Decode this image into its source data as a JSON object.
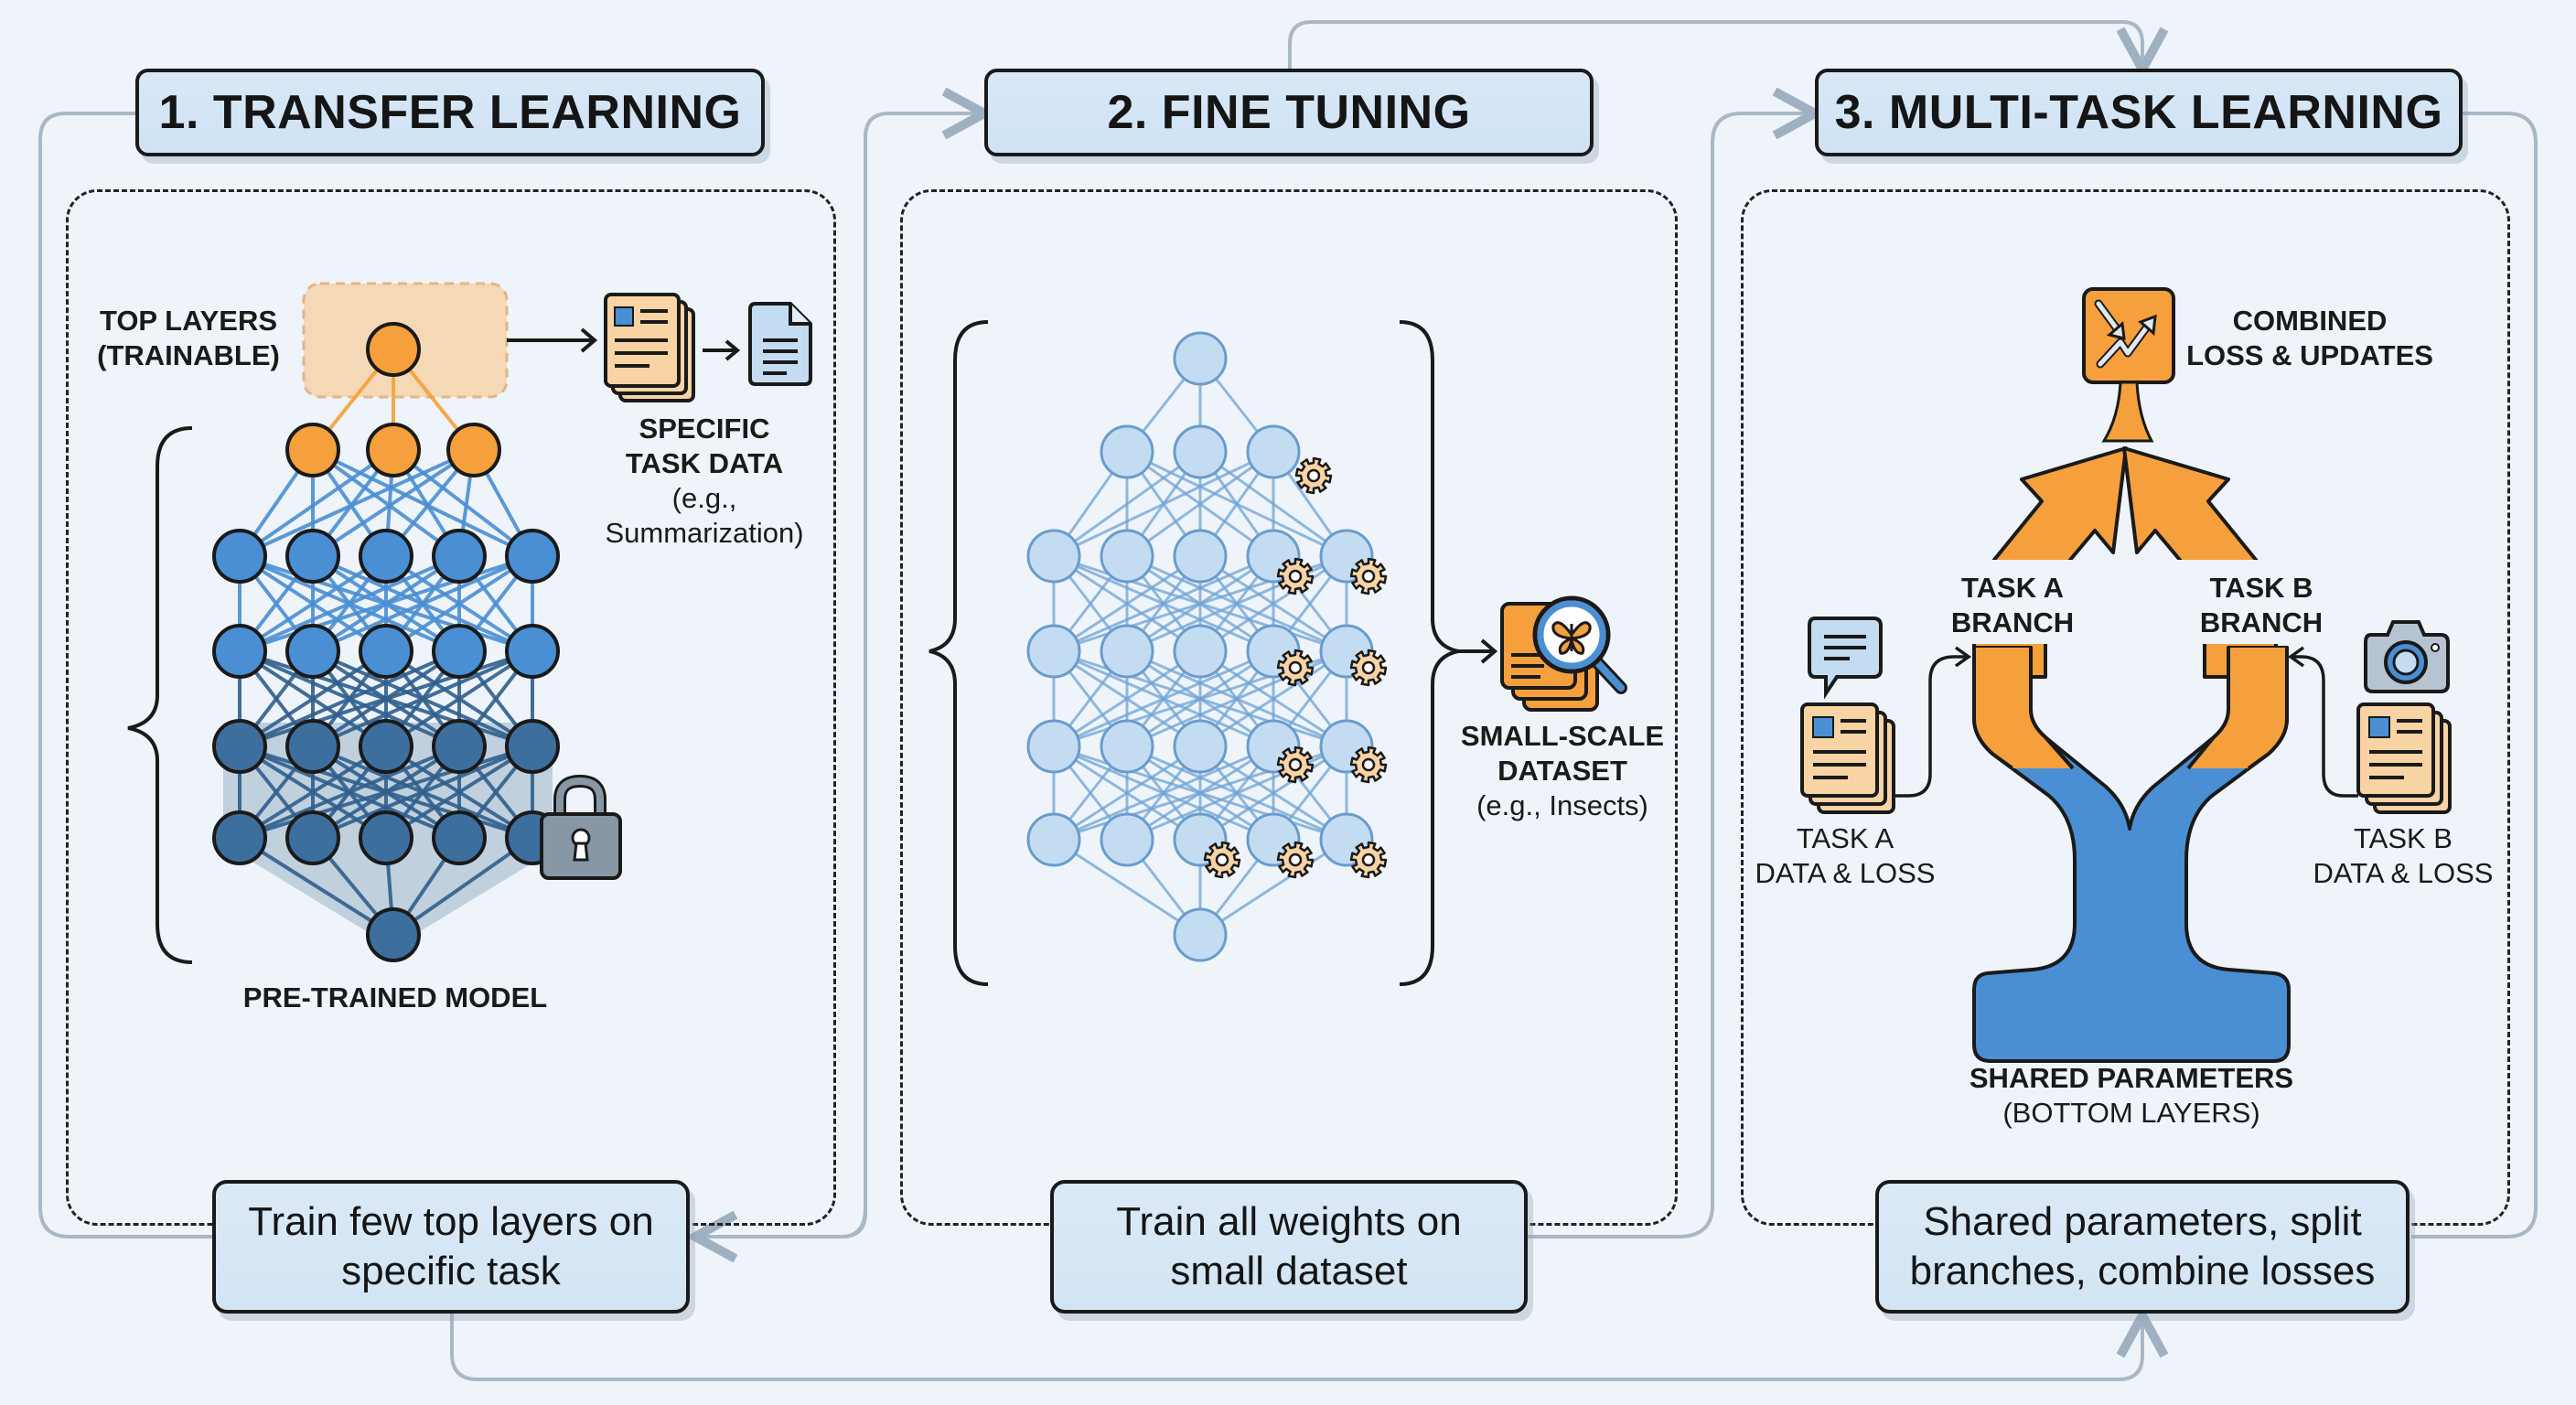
{
  "sections": [
    {
      "title": "1. TRANSFER LEARNING",
      "summary": "Train few top layers on\nspecific task",
      "labels": {
        "top_layers": "TOP LAYERS\n(TRAINABLE)",
        "task_data": "SPECIFIC\nTASK DATA",
        "task_data_example": "(e.g.,\nSummarization)",
        "model": "PRE-TRAINED MODEL"
      }
    },
    {
      "title": "2. FINE TUNING",
      "summary": "Train all weights on\nsmall dataset",
      "labels": {
        "dataset": "SMALL-SCALE\nDATASET",
        "dataset_example": "(e.g., Insects)"
      }
    },
    {
      "title": "3. MULTI-TASK LEARNING",
      "summary": "Shared parameters, split\nbranches, combine losses",
      "labels": {
        "combined": "COMBINED\nLOSS & UPDATES",
        "task_a_branch": "TASK A\nBRANCH",
        "task_b_branch": "TASK B\nBRANCH",
        "task_a_data": "TASK A\nDATA & LOSS",
        "task_b_data": "TASK B\nDATA & LOSS",
        "shared": "SHARED PARAMETERS",
        "shared_sub": "(BOTTOM LAYERS)"
      }
    }
  ],
  "icons": {
    "document_stack": "document-stack-icon",
    "document": "document-icon",
    "lock": "lock-icon",
    "gear": "gear-icon",
    "dataset_magnifier": "butterfly-magnifier-icon",
    "loss_chart": "loss-trend-icon",
    "chat": "chat-bubble-icon",
    "camera": "camera-icon"
  },
  "colors": {
    "background": "#eef4f9",
    "title_fill": "#d3e5f5",
    "orange": "#f5a03c",
    "blue_node": "#4a8fd4",
    "dark_node": "#3d6f9e",
    "light_node": "#c4dcf2",
    "paper": "#f8d3a3",
    "connector": "#a9b8c6"
  }
}
